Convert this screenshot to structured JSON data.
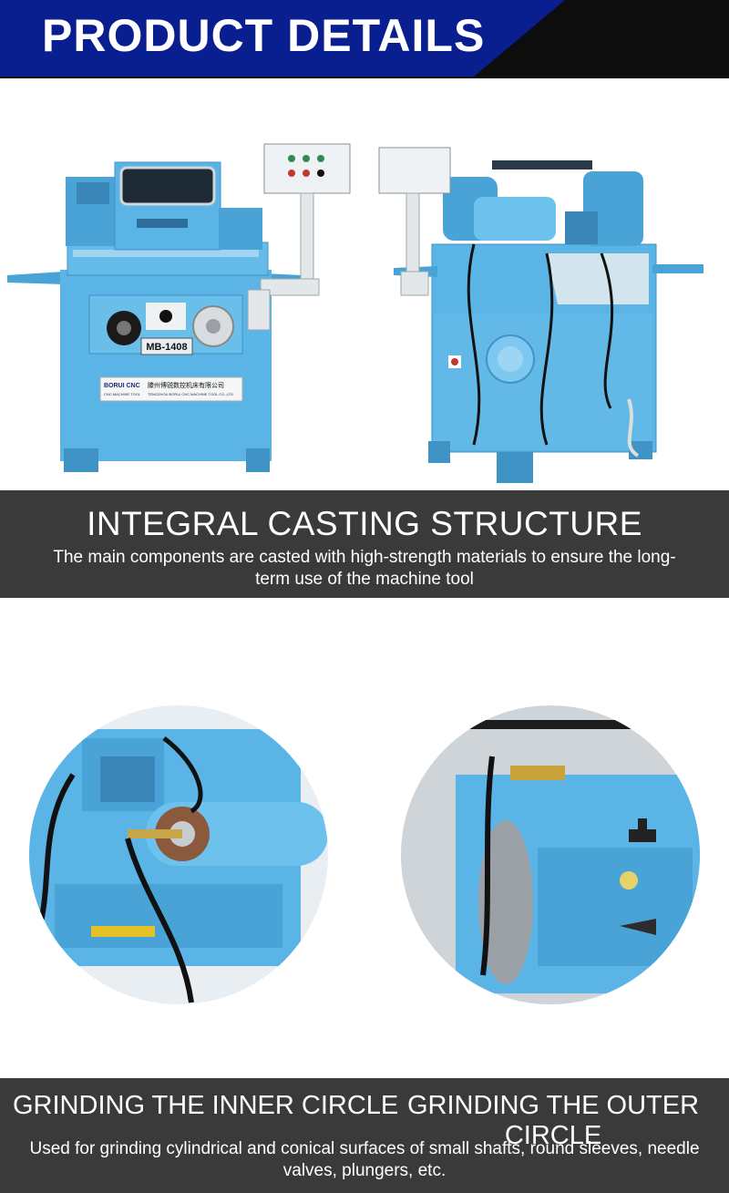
{
  "header": {
    "title": "PRODUCT DETAILS"
  },
  "machine_front": {
    "model_plate": "MB-1408",
    "brand": "BORUI CNC",
    "brand_sub": "CNC MACHINE TOOL",
    "company_cn": "滕州博锐数控机床有限公司",
    "company_en": "TENGZHOU BORUI CNC MACHINE TOOL CO.,LTD"
  },
  "section1": {
    "title": "INTEGRAL CASTING STRUCTURE",
    "description": "The main components are casted with high-strength materials to ensure the long-term use of the machine tool"
  },
  "section2": {
    "title_left": "GRINDING THE INNER CIRCLE",
    "title_right": "GRINDING THE OUTER CIRCLE",
    "description": "Used for grinding cylindrical and conical surfaces of small shafts, round sleeves, needle valves, plungers, etc."
  },
  "colors": {
    "header_bg": "#0d0d0d",
    "header_blue": "#0a1f8f",
    "machine_blue": "#5ab4e6",
    "banner_bg": "#3a3a3a"
  }
}
